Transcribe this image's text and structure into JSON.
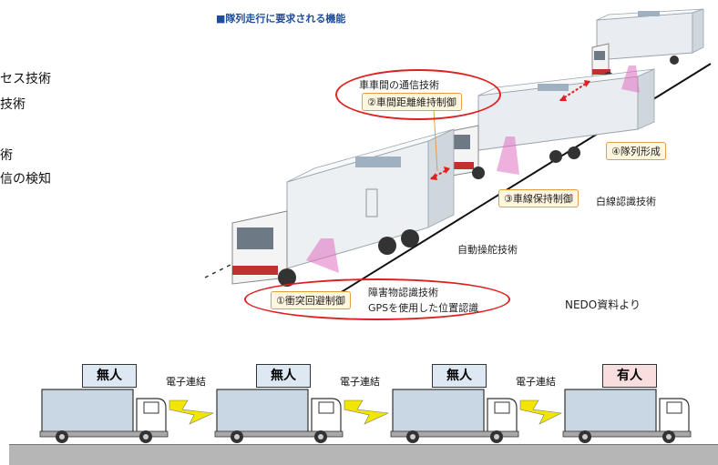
{
  "title": "■隊列走行に要求される機能",
  "left_text": {
    "line1": "セス技術",
    "line2": "技術",
    "line3": "術",
    "line4": "信の検知"
  },
  "upper_diagram": {
    "comm_label": "車車間の通信技術",
    "gap_control": "②車間距離維持制御",
    "platoon": "④隊列形成",
    "lane_keep": "③車線保持制御",
    "white_line": "白線認識技術",
    "steering": "自動操舵技術",
    "collision": "①衝突回避制御",
    "obstacle": "障害物認識技術",
    "gps": "GPSを使用した位置認識",
    "source": "NEDO資料より"
  },
  "lower_diagram": {
    "tags": [
      "無人",
      "無人",
      "無人",
      "有人"
    ],
    "links": [
      "電子連結",
      "電子連結",
      "電子連結"
    ],
    "colors": {
      "unmanned": "#dde8f3",
      "manned": "#f8dede",
      "bolt": "#f2e600"
    }
  }
}
